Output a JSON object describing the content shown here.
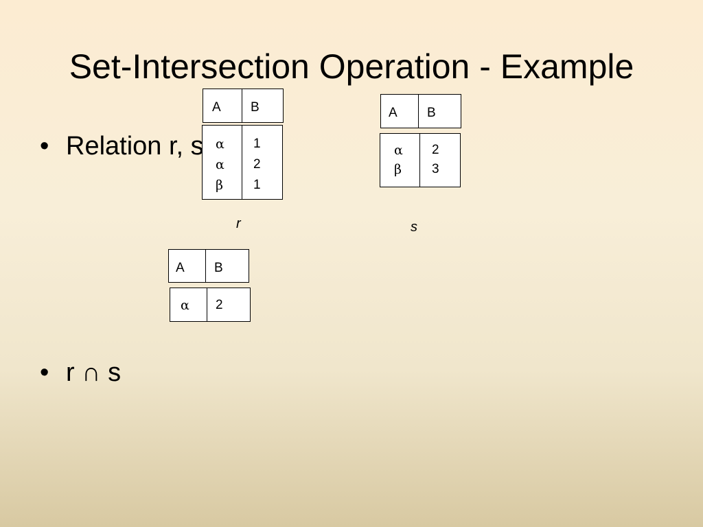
{
  "slide": {
    "title": "Set-Intersection Operation - Example",
    "bullets": [
      {
        "symbol": "•",
        "text": "Relation r, s:"
      },
      {
        "symbol": "•",
        "text": "r ∩ s"
      }
    ]
  },
  "relation_r": {
    "header": [
      "A",
      "B"
    ],
    "col_a": [
      "α",
      "α",
      "β"
    ],
    "col_b": [
      "1",
      "2",
      "1"
    ],
    "caption": "r"
  },
  "relation_s": {
    "header": [
      "A",
      "B"
    ],
    "col_a": [
      "α",
      "β"
    ],
    "col_b": [
      "2",
      "3"
    ],
    "caption": "s"
  },
  "result": {
    "header": [
      "A",
      "B"
    ],
    "col_a": [
      "α"
    ],
    "col_b": [
      "2"
    ]
  }
}
